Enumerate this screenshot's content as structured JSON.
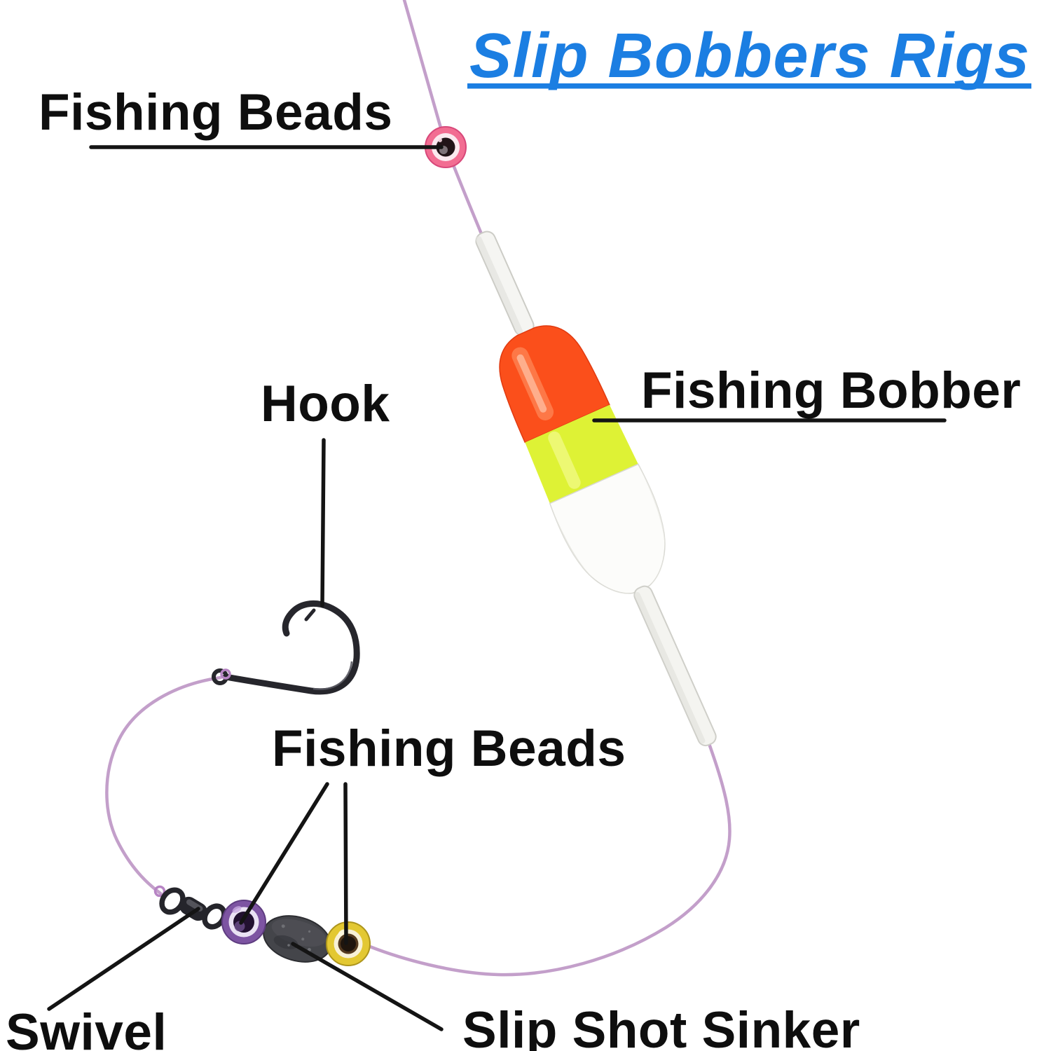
{
  "title": {
    "text": "Slip Bobbers Rigs",
    "color": "#1b7ee2"
  },
  "labels": {
    "fishing_beads_top": "Fishing Beads",
    "fishing_bobber": "Fishing Bobber",
    "hook": "Hook",
    "fishing_beads_bottom": "Fishing Beads",
    "swivel": "Swivel",
    "slip_shot_sinker": "Slip Shot Sinker"
  },
  "parts": {
    "line": "fishing line",
    "pink_bead": "fishing bead (bobber stop bead)",
    "bobber": "slip fishing bobber float",
    "hook": "circle fishing hook",
    "swivel": "barrel swivel",
    "purple_bead": "fishing bead",
    "sinker": "slip shot sinker",
    "yellow_bead": "fishing bead"
  },
  "colors": {
    "line": "#c39fca",
    "pointer": "#141414",
    "label_black": "#0e0e0e",
    "bead_pink": "#f26d92",
    "bead_purple": "#7d54a2",
    "bead_yellow": "#e3c832",
    "bobber_orange": "#fb4f1b",
    "bobber_yellow": "#def235",
    "bobber_white": "#fcfcfa",
    "sinker_gray": "#44454a",
    "swivel_black": "#25252b",
    "hook_black": "#26262c",
    "knot_purple": "#b784c4"
  }
}
